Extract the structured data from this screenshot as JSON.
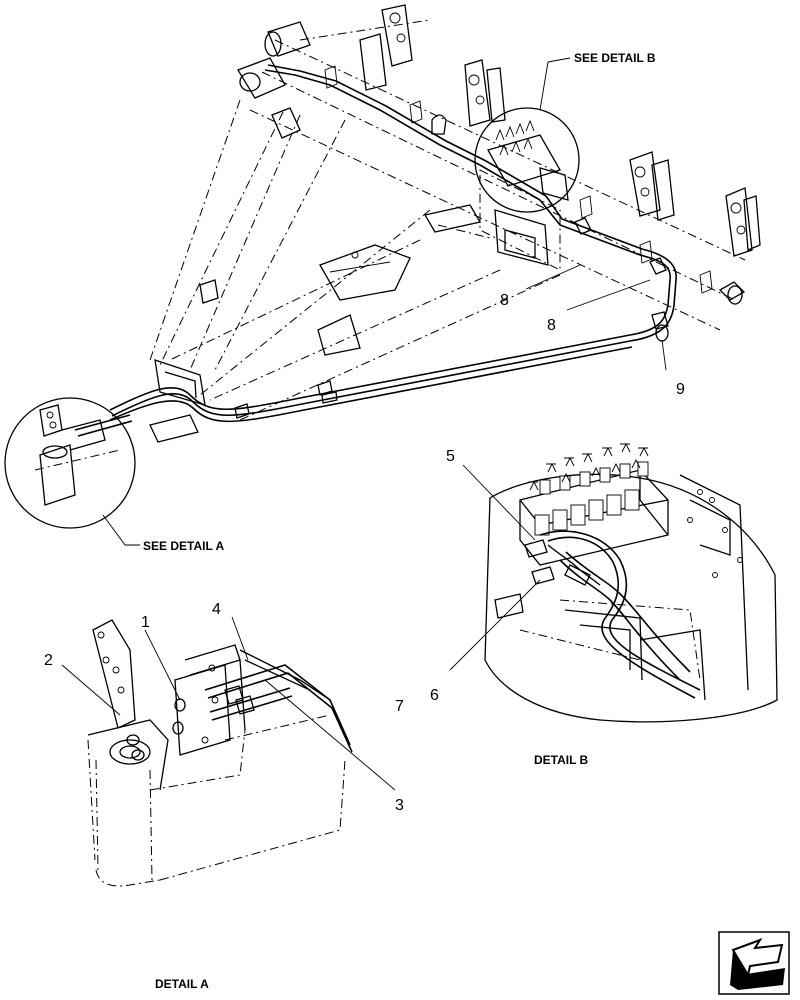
{
  "callouts": {
    "c1": "1",
    "c2": "2",
    "c3": "3",
    "c4": "4",
    "c5": "5",
    "c6": "6",
    "c7": "7",
    "c8a": "8",
    "c8b": "8",
    "c9": "9"
  },
  "captions": {
    "see_detail_a": "SEE DETAIL  A",
    "see_detail_b": "SEE DETAIL  B",
    "detail_a": "DETAIL  A",
    "detail_b": "DETAIL  B"
  },
  "icons": {
    "nav": "next-page-arrow-icon"
  }
}
